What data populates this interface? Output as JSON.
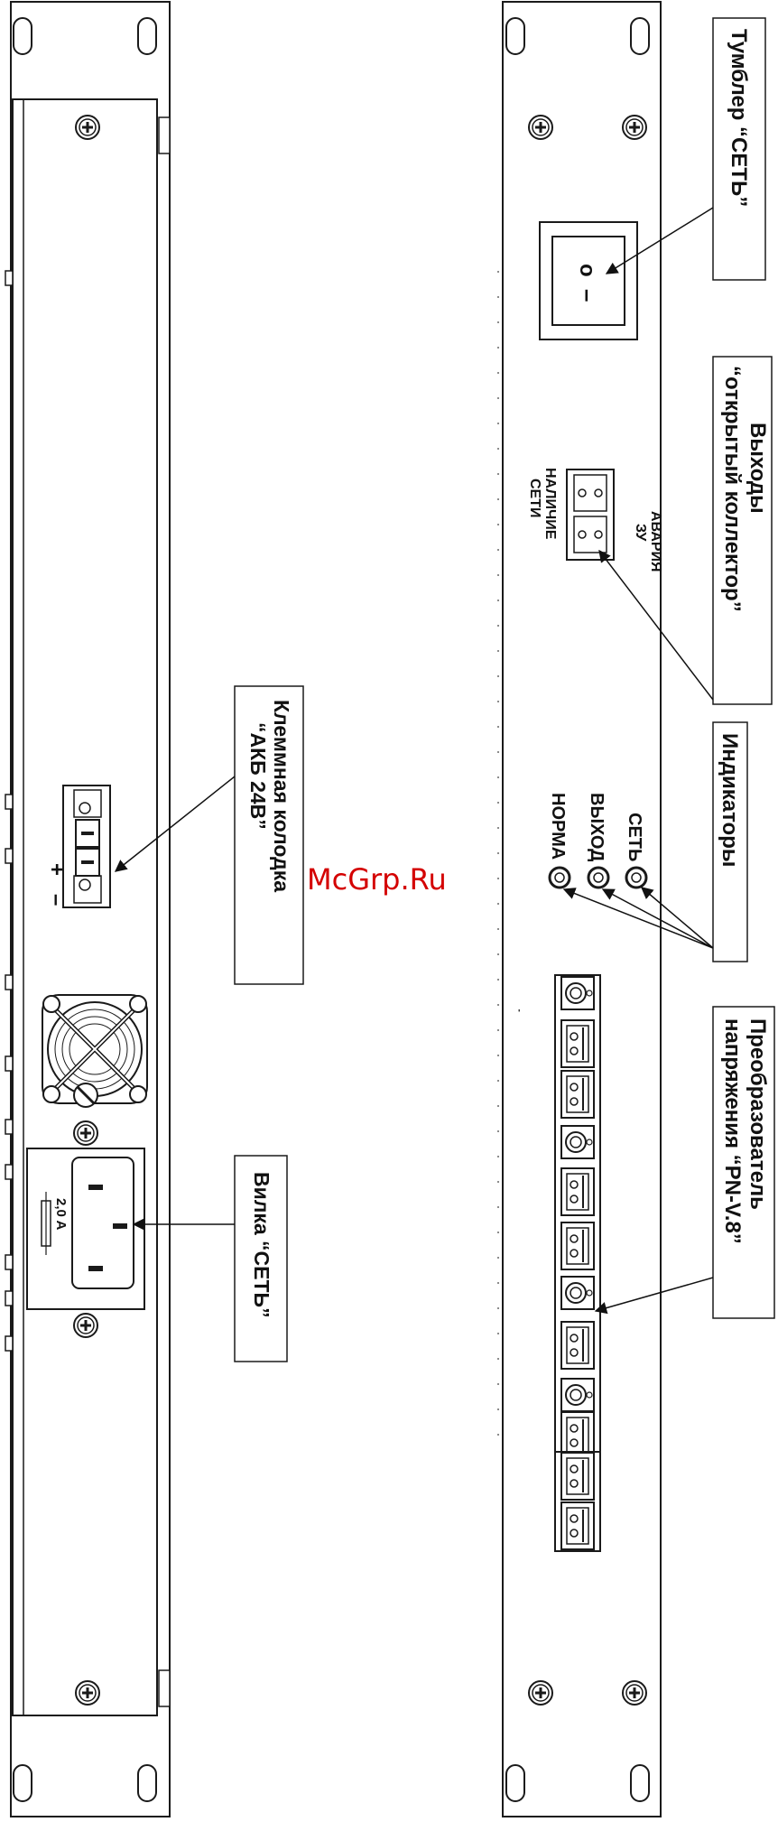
{
  "callouts": {
    "toggle": "Тумблер “СЕТЬ”",
    "outputs_title": "Выходы",
    "outputs_sub": "“открытый коллектор”",
    "indicators": "Индикаторы",
    "converter_l1": "Преобразователь",
    "converter_l2": "напряжения “PN-V.8”",
    "terminal_l1": "Клеммная колодка",
    "terminal_l2": "“АКБ 24В”",
    "plug": "Вилка “СЕТЬ”"
  },
  "labels": {
    "avaria_l1": "АВАРИЯ",
    "avaria_l2": "ЗУ",
    "nalichie_l1": "НАЛИЧИЕ",
    "nalichie_l2": "СЕТИ",
    "led_set": "СЕТЬ",
    "led_vyhod": "ВЫХОД",
    "led_norma": "НОРМА",
    "switch_o": "o",
    "switch_dash": "–",
    "plus": "+",
    "minus": "–",
    "fuse": "2,0 A"
  },
  "watermark": "McGrp.Ru"
}
